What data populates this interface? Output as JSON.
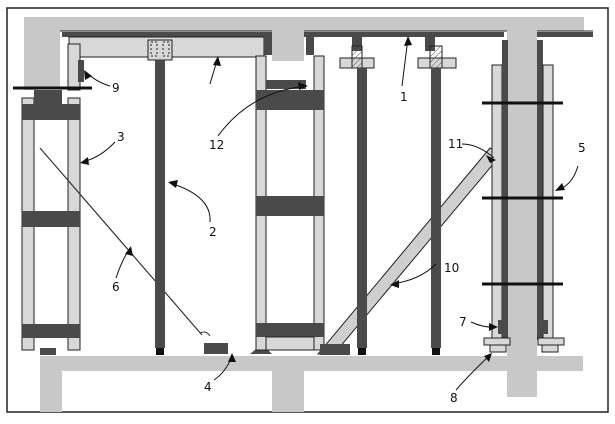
{
  "diagram": {
    "labels": {
      "l1": "1",
      "l1b": "1",
      "l2": "2",
      "l3": "3",
      "l4": "4",
      "l5": "5",
      "l6": "6",
      "l7": "7",
      "l8": "8",
      "l9": "9",
      "l10": "10",
      "l11": "11",
      "l12": "12"
    },
    "colors": {
      "concrete": "#c8c8c8",
      "steel_dark": "#4a4a4a",
      "board_light": "#d8d8d8",
      "outline": "#222222",
      "brace": "#cfcfcf"
    }
  }
}
